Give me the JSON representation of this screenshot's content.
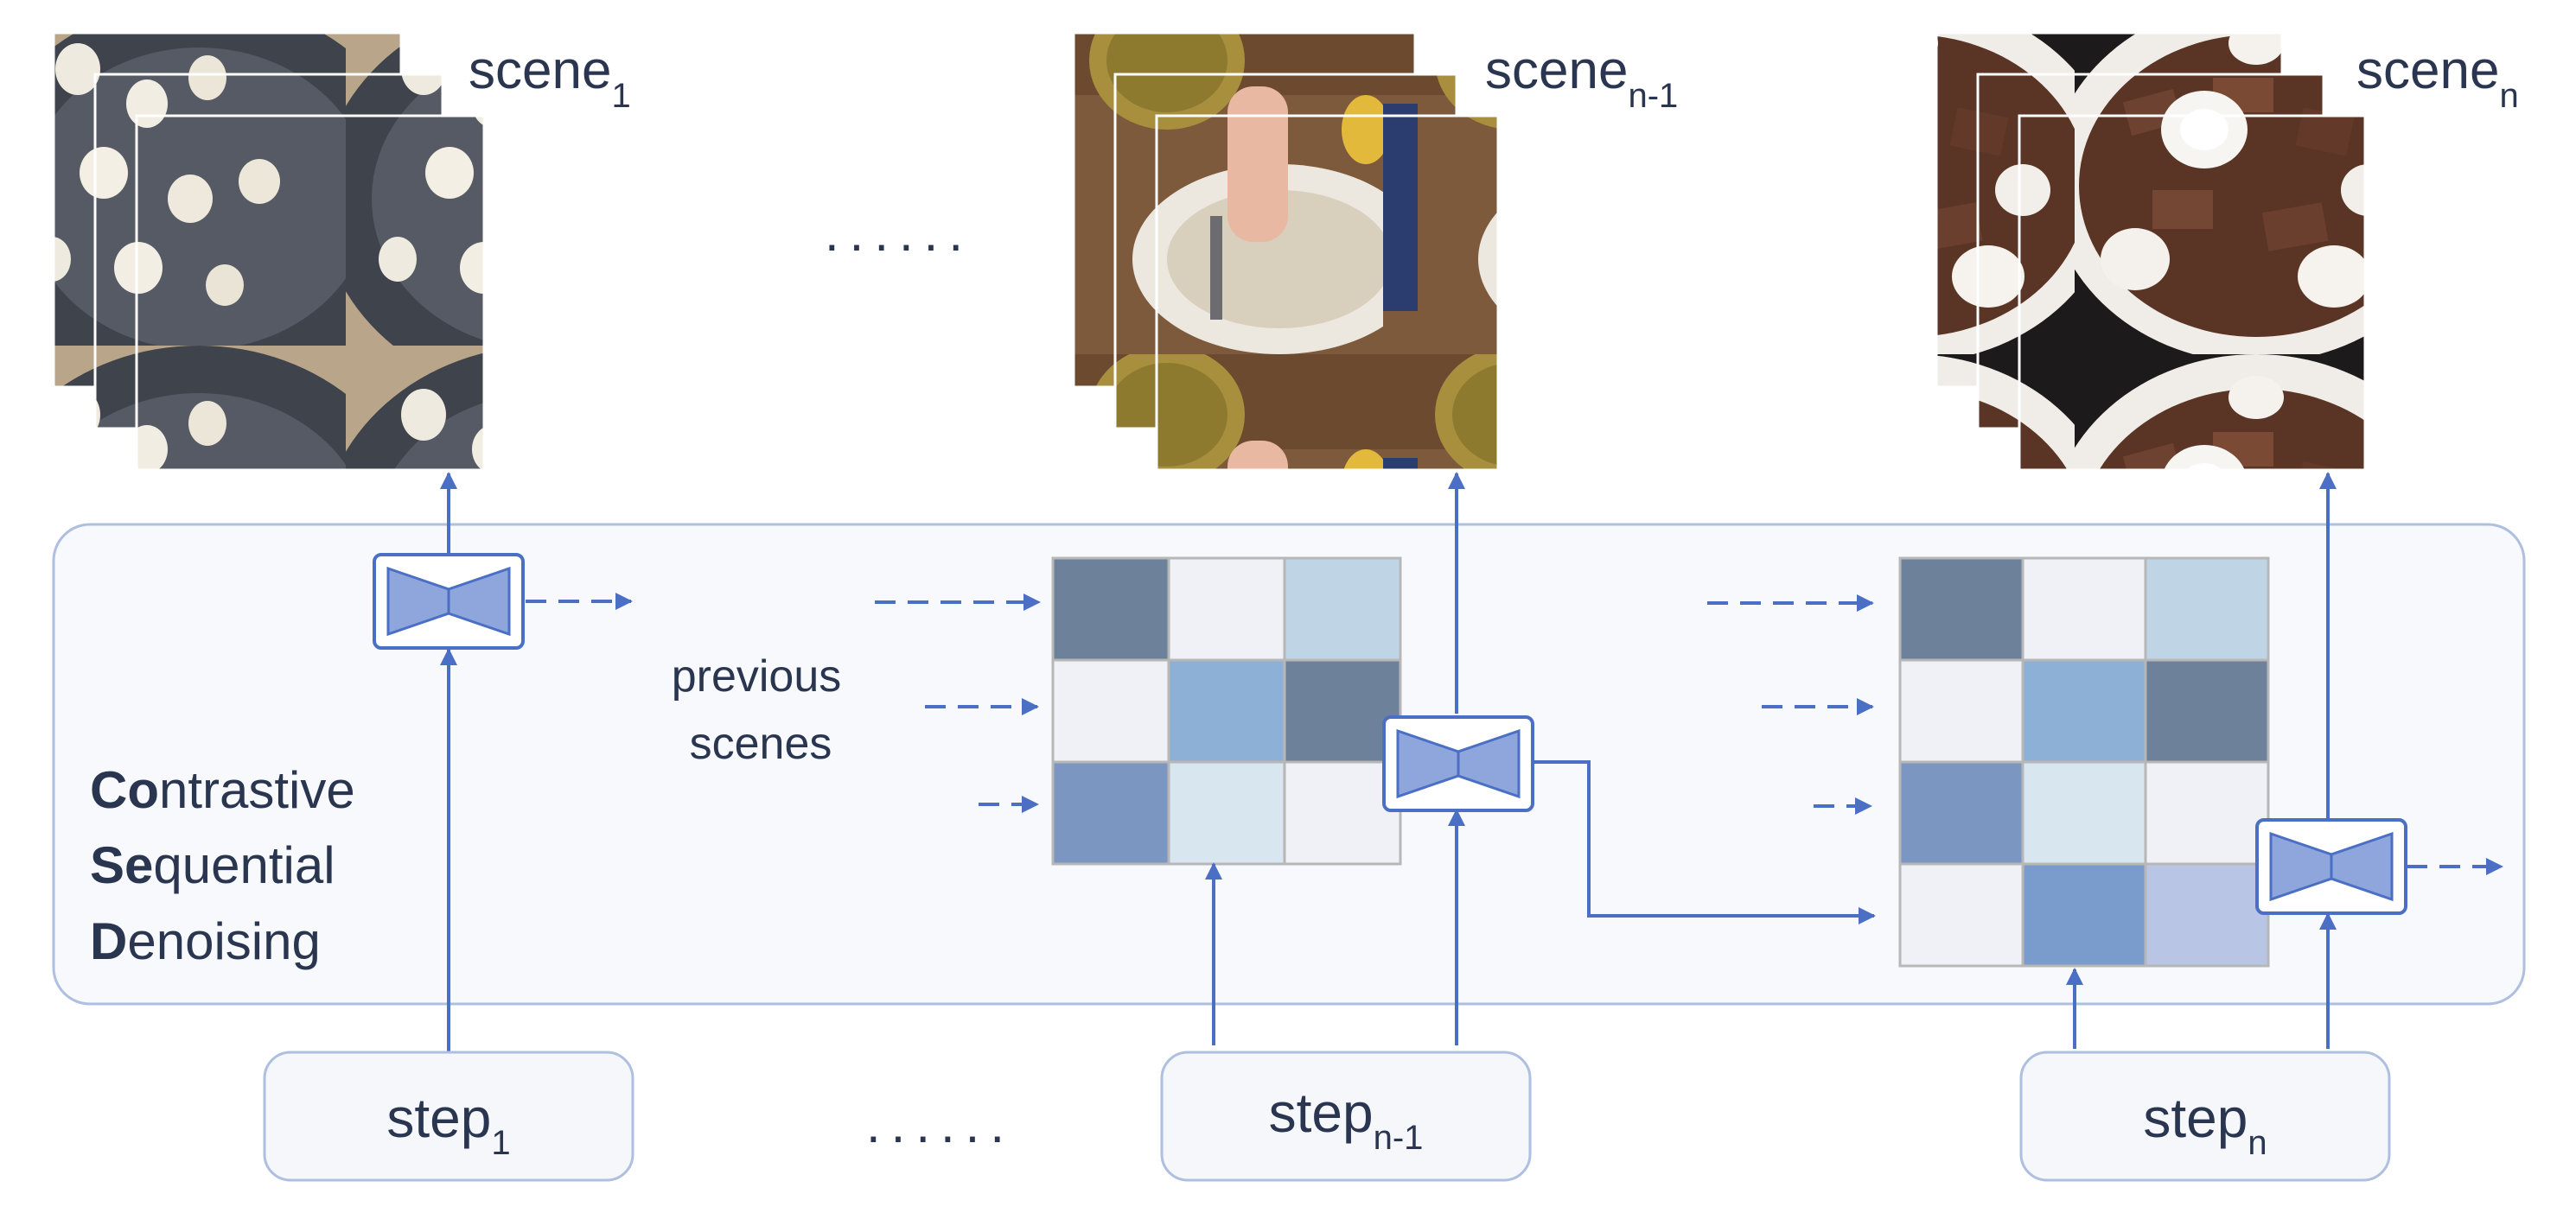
{
  "scenes": [
    {
      "label": "scene",
      "subscript": "1"
    },
    {
      "label": "scene",
      "subscript": "n-1"
    },
    {
      "label": "scene",
      "subscript": "n"
    }
  ],
  "steps": [
    {
      "label": "step",
      "subscript": "1"
    },
    {
      "label": "step",
      "subscript": "n-1"
    },
    {
      "label": "step",
      "subscript": "n"
    }
  ],
  "ellipsis": "......",
  "previous_scenes": [
    "previous",
    "scenes"
  ],
  "method": [
    {
      "bold": "Co",
      "rest": "ntrastive"
    },
    {
      "bold": "Se",
      "rest": "quential"
    },
    {
      "bold": "D",
      "rest": "enoising"
    }
  ],
  "colors": {
    "arrow": "#4a6fc4",
    "panel_border": "#aebfe0",
    "panel_fill": "#f7f9fc",
    "box_fill": "#f5f7fb",
    "denoiser_fill": "#8ea6dc",
    "text": "#2a3550"
  },
  "similarity_matrix_small": [
    [
      "#6e819b",
      "#eff1f6",
      "#bfd5e5"
    ],
    [
      "#eff1f6",
      "#8db0d6",
      "#6e819b"
    ],
    [
      "#7b96c1",
      "#d8e6f0",
      "#eff1f6"
    ]
  ],
  "similarity_matrix_large": [
    [
      "#6e819b",
      "#eff1f6",
      "#bfd5e5"
    ],
    [
      "#eff1f6",
      "#8db0d6",
      "#6e819b"
    ],
    [
      "#7b96c1",
      "#d8e6f0",
      "#eff1f6"
    ],
    [
      "#eff1f6",
      "#7a9ccc",
      "#b8c5e4"
    ]
  ],
  "thumbnails": {
    "scene_1": "meringues-on-baking-tray",
    "scene_n_minus_1": "knife-on-plate-with-pineapple",
    "scene_n": "chocolate-and-cream-in-bowl"
  }
}
